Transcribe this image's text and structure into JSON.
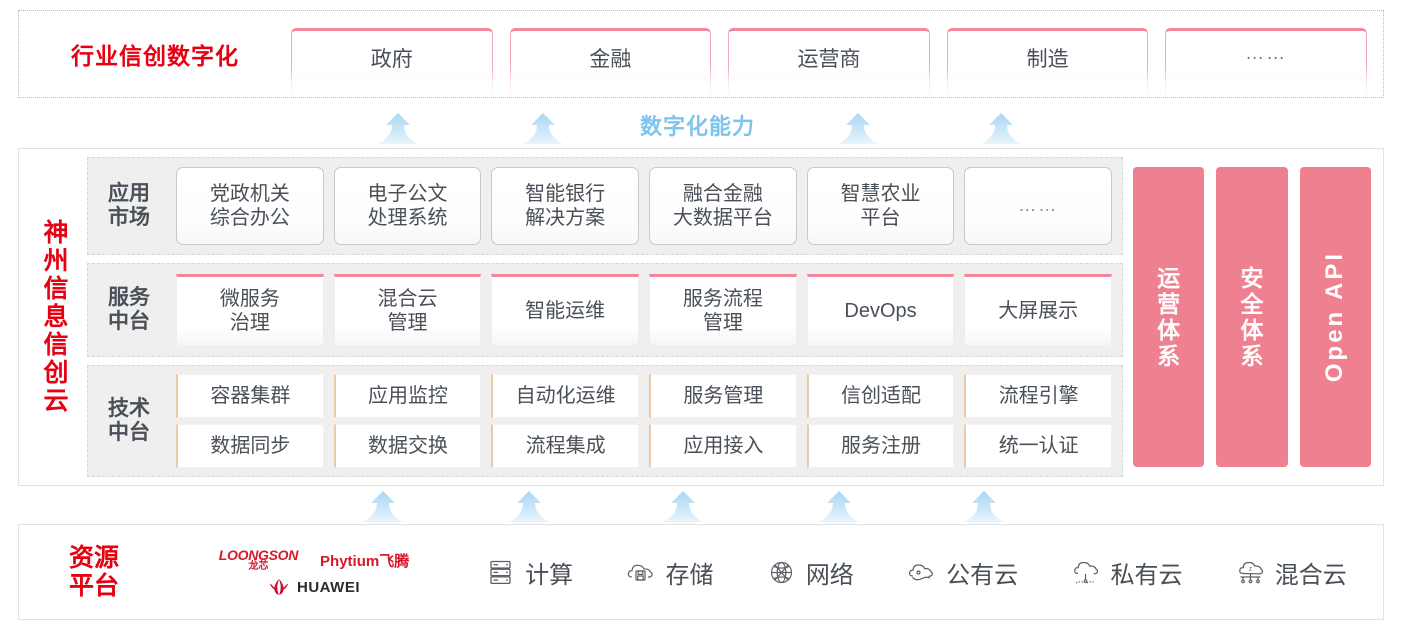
{
  "industry": {
    "title": "行业信创数字化",
    "cards": [
      "政府",
      "金融",
      "运营商",
      "制造",
      "……"
    ]
  },
  "capability": {
    "label": "数字化能力",
    "arrow_icon": "up-arrow-icon",
    "arrow_color": "#bfe0f5",
    "arrow_count": 4
  },
  "platform": {
    "title_chars": [
      "神",
      "州",
      "信",
      "息",
      "信",
      "创",
      "云"
    ],
    "tiers": [
      {
        "label": "应用\n市场",
        "label_lines": [
          "应用",
          "市场"
        ],
        "cards": [
          "党政机关\n综合办公",
          "电子公文\n处理系统",
          "智能银行\n解决方案",
          "融合金融\n大数据平台",
          "智慧农业\n平台",
          "……"
        ]
      },
      {
        "label_lines": [
          "服务",
          "中台"
        ],
        "cards": [
          "微服务\n治理",
          "混合云\n管理",
          "智能运维",
          "服务流程\n管理",
          "DevOps",
          "大屏展示"
        ]
      },
      {
        "label_lines": [
          "技术",
          "中台"
        ],
        "row1": [
          "容器集群",
          "应用监控",
          "自动化运维",
          "服务管理",
          "信创适配",
          "流程引擎"
        ],
        "row2": [
          "数据同步",
          "数据交换",
          "流程集成",
          "应用接入",
          "服务注册",
          "统一认证"
        ]
      }
    ],
    "pillars": [
      {
        "type": "cn",
        "chars": [
          "运",
          "营",
          "体",
          "系"
        ],
        "text": "运营体系"
      },
      {
        "type": "cn",
        "chars": [
          "安",
          "全",
          "体",
          "系"
        ],
        "text": "安全体系"
      },
      {
        "type": "en",
        "text": "Open API"
      }
    ],
    "pillar_color": "#ef8090"
  },
  "bottom_arrows": {
    "arrow_icon": "up-arrow-icon",
    "count": 5
  },
  "resource": {
    "title_lines": [
      "资源",
      "平台"
    ],
    "vendors": [
      {
        "name": "loongson-logo",
        "en": "LOONGSON",
        "cn": "龙芯"
      },
      {
        "name": "phytium-logo",
        "text": "Phytium飞腾"
      },
      {
        "name": "huawei-logo",
        "text": "HUAWEI"
      }
    ],
    "items": [
      {
        "icon": "server-icon",
        "label": "计算"
      },
      {
        "icon": "cloud-storage-icon",
        "label": "存储"
      },
      {
        "icon": "network-globe-icon",
        "label": "网络"
      },
      {
        "icon": "public-cloud-icon",
        "label": "公有云"
      },
      {
        "icon": "private-cloud-icon",
        "label": "私有云"
      },
      {
        "icon": "hybrid-cloud-icon",
        "label": "混合云"
      }
    ]
  },
  "colors": {
    "brand_red": "#e60012",
    "pink": "#ef8090",
    "arrow_blue": "#bfe0f5",
    "text_gray": "#4a5058"
  }
}
